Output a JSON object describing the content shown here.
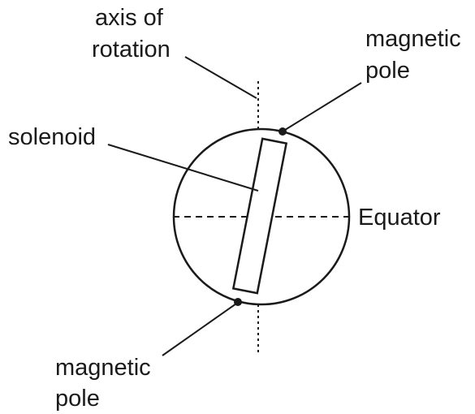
{
  "labels": {
    "axis_line1": "axis of",
    "axis_line2": "rotation",
    "pole_top_line1": "magnetic",
    "pole_top_line2": "pole",
    "solenoid": "solenoid",
    "equator": "Equator",
    "pole_bottom_line1": "magnetic",
    "pole_bottom_line2": "pole"
  }
}
